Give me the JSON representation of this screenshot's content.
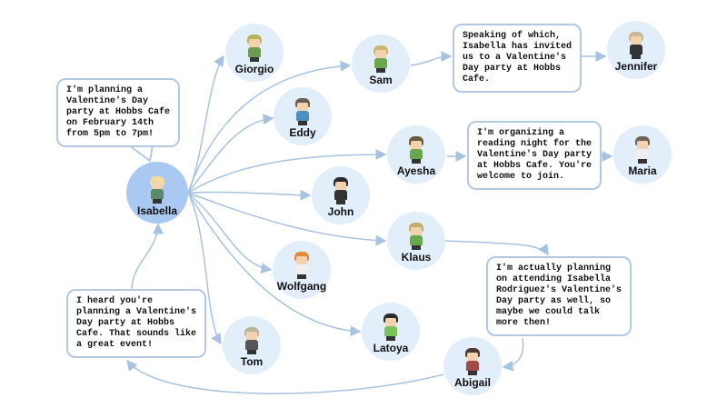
{
  "colors": {
    "edge": "#a8c3e0",
    "node": "#e3eefb",
    "main_node": "#a9c9f2"
  },
  "nodes": {
    "isabella": {
      "name": "Isabella",
      "hair": "#f1dc9a",
      "body": "#5b8a6a"
    },
    "giorgio": {
      "name": "Giorgio",
      "hair": "#b9b45a",
      "body": "#6f9a52"
    },
    "sam": {
      "name": "Sam",
      "hair": "#c8b874",
      "body": "#6aa84f"
    },
    "jennifer": {
      "name": "Jennifer",
      "hair": "#c9b99a",
      "body": "#333333"
    },
    "eddy": {
      "name": "Eddy",
      "hair": "#6b5a4e",
      "body": "#4a90c2"
    },
    "ayesha": {
      "name": "Ayesha",
      "hair": "#6b5a3a",
      "body": "#6aa84f"
    },
    "maria": {
      "name": "Maria",
      "hair": "#6d6258",
      "body": "#eeeeee"
    },
    "john": {
      "name": "John",
      "hair": "#2b2b2b",
      "body": "#333333"
    },
    "klaus": {
      "name": "Klaus",
      "hair": "#c2b06a",
      "body": "#6aa84f"
    },
    "wolfgang": {
      "name": "Wolfgang",
      "hair": "#e08a3a",
      "body": "#eeeeee"
    },
    "latoya": {
      "name": "Latoya",
      "hair": "#2b2b2b",
      "body": "#7cc15a"
    },
    "tom": {
      "name": "Tom",
      "hair": "#bdb59a",
      "body": "#555555"
    },
    "abigail": {
      "name": "Abigail",
      "hair": "#4a3a34",
      "body": "#a04a4a"
    }
  },
  "bubbles": {
    "isabella": "I'm planning a\nValentine's Day\nparty at Hobbs Cafe\non February 14th\nfrom 5pm to 7pm!",
    "sam_to_jennifer": "Speaking of which,\nIsabella has invited\nus to a Valentine's\nDay party at Hobbs\nCafe.",
    "ayesha_to_maria": "I'm organizing a\nreading night for the\nValentine's Day party\nat Hobbs Cafe. You're\nwelcome to join.",
    "klaus_to_abigail": "I'm actually planning\non attending Isabella\nRodriguez's Valentine's\nDay party as well, so\nmaybe we could talk\nmore then!",
    "abigail_to_isabella": "I heard you're\nplanning a Valentine's\nDay party at Hobbs\nCafe. That sounds like\na great event!"
  }
}
